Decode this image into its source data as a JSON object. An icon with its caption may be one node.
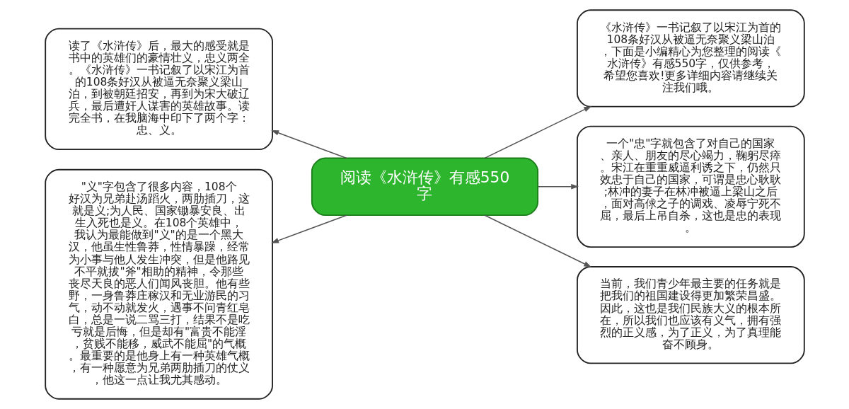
{
  "diagram": {
    "nodes": [
      {
        "text": [
          "阅读《水浒传》有感550字"
        ]
      },
      {
        "text": [
          "读了《水浒传》后，最大的感受就是书中的英雄们的豪情壮义，忠义两全。《水浒传》一书记叙了以宋江为首的108条好汉从被逼无奈聚义梁山泊，到被朝廷招安，再到为宋大破辽兵，最后遭奸人谋害的英雄故事。读完全书，在我脑海中印下了两个字：忠、义。"
        ]
      },
      {
        "text": [
          "\"义\"字包含了很多内容，108个好汉为兄弟赴汤蹈火，两肋插刀，这就是义;为人民、国家锄暴安良、出生入死也是义。在108个英雄中，我认为最能做到\"义\"的是一个黑大汉，他虽生性鲁莽，性情暴躁，经常为小事与他人发生冲突，但是他路见不平就拔\"斧\"相助的精神，令那些丧尽天良的恶人们闻风丧胆。他有些野，一身鲁莽庄稼汉和无业游民的习气，动不动就发火，遇事不问青红皂白，总是一说二骂三打，结果不是吃亏就是后悔，但是却有\"富贵不能淫，贫贱不能移，威武不能屈\"的气概。最重要的是他身上有一种英雄气概，有一种愿意为兄弟两肋插刀的仗义，他这一点让我尤其感动。"
        ]
      },
      {
        "text": [
          "《水浒传》一书记叙了以宋江为首的108条好汉从被逼无奈聚义梁山泊，下面是小编精心为您整理的阅读《水浒传》有感550字，仅供参考，希望您喜欢!更多详细内容请继续关注我们哦。"
        ]
      },
      {
        "text": [
          "一个\"忠\"字就包含了对自己的国家、亲人、朋友的尽心竭力，鞠躬尽瘁。宋江在重重威逼利诱之下，仍然只效忠于自己的国家，可谓是忠心耿耿;林冲的妻子在林冲被逼上梁山之后，面对高俅之子的调戏、凌辱宁死不屈，最后上吊自杀，这也是忠的表现。"
        ]
      },
      {
        "text": [
          "当前，我们青少年最主要的任务就是把我们的祖国建设得更加繁荣昌盛。因此，这也是我们民族大义的根本所在，所以我们也应该有义气，拥有强烈的正义感，为了正义，为了真理能奋不顾身。"
        ]
      }
    ],
    "edges": [
      {
        "from": 0,
        "to": 1,
        "arrow": "to"
      },
      {
        "from": 0,
        "to": 2,
        "arrow": "to"
      },
      {
        "from": 0,
        "to": 3,
        "arrow": "to"
      },
      {
        "from": 0,
        "to": 4,
        "arrow": "to"
      },
      {
        "from": 0,
        "to": 5,
        "arrow": "to"
      }
    ]
  }
}
